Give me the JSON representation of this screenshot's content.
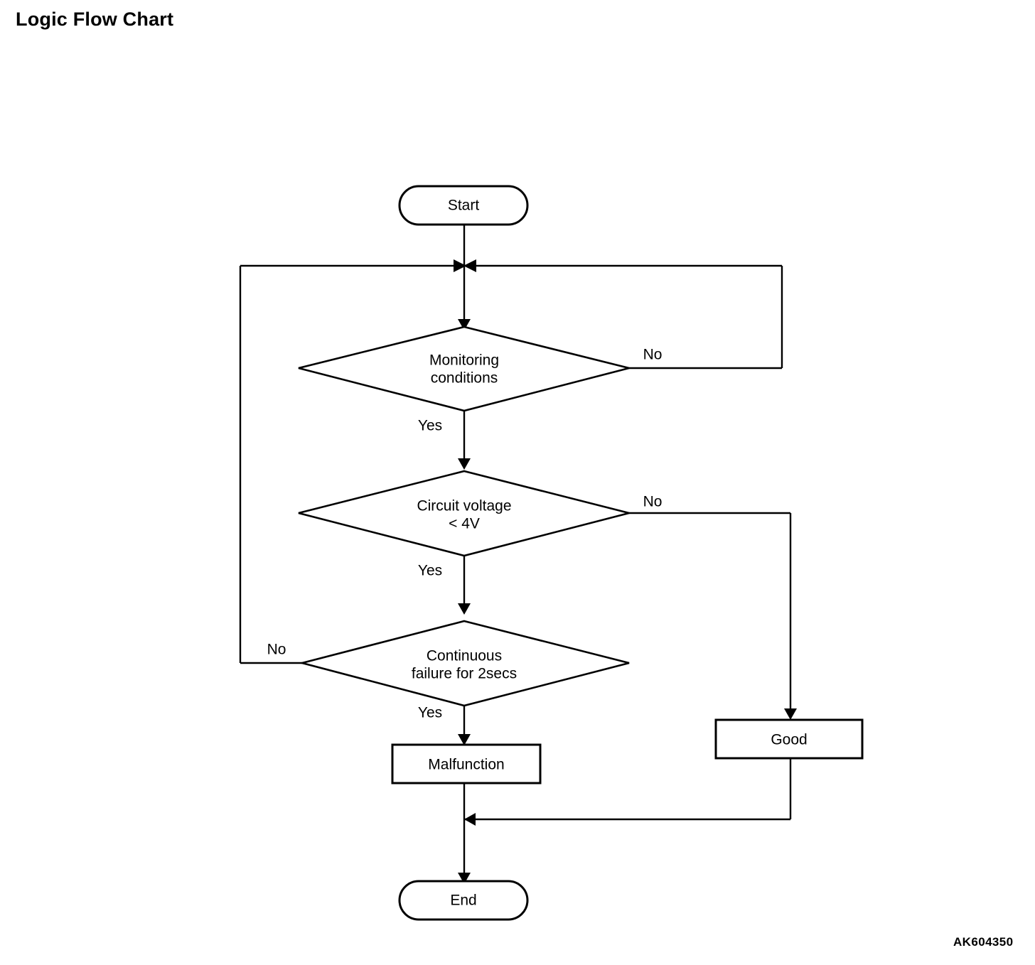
{
  "title": "Logic Flow Chart",
  "figure_code": "AK604350",
  "colors": {
    "background": "#ffffff",
    "stroke": "#000000",
    "text": "#000000"
  },
  "chart_data": {
    "type": "diagram",
    "diagram_kind": "flowchart",
    "title": "Logic Flow Chart",
    "nodes": [
      {
        "id": "start",
        "shape": "stadium",
        "label": "Start"
      },
      {
        "id": "monitoring",
        "shape": "diamond",
        "label_line1": "Monitoring",
        "label_line2": "conditions"
      },
      {
        "id": "voltage",
        "shape": "diamond",
        "label_line1": "Circuit voltage",
        "label_line2": "< 4V"
      },
      {
        "id": "continuous",
        "shape": "diamond",
        "label_line1": "Continuous",
        "label_line2": "failure for 2secs"
      },
      {
        "id": "malfunction",
        "shape": "rectangle",
        "label": "Malfunction"
      },
      {
        "id": "good",
        "shape": "rectangle",
        "label": "Good"
      },
      {
        "id": "end",
        "shape": "stadium",
        "label": "End"
      }
    ],
    "edges": [
      {
        "from": "start",
        "to": "monitoring",
        "label": ""
      },
      {
        "from": "monitoring",
        "to": "voltage",
        "label": "Yes"
      },
      {
        "from": "monitoring",
        "to": "monitoring",
        "label": "No"
      },
      {
        "from": "voltage",
        "to": "continuous",
        "label": "Yes"
      },
      {
        "from": "voltage",
        "to": "good",
        "label": "No"
      },
      {
        "from": "continuous",
        "to": "malfunction",
        "label": "Yes"
      },
      {
        "from": "continuous",
        "to": "monitoring",
        "label": "No"
      },
      {
        "from": "malfunction",
        "to": "end",
        "label": ""
      },
      {
        "from": "good",
        "to": "end",
        "label": ""
      }
    ],
    "edge_labels": {
      "monitoring_yes": "Yes",
      "monitoring_no": "No",
      "voltage_yes": "Yes",
      "voltage_no": "No",
      "continuous_yes": "Yes",
      "continuous_no": "No"
    }
  }
}
